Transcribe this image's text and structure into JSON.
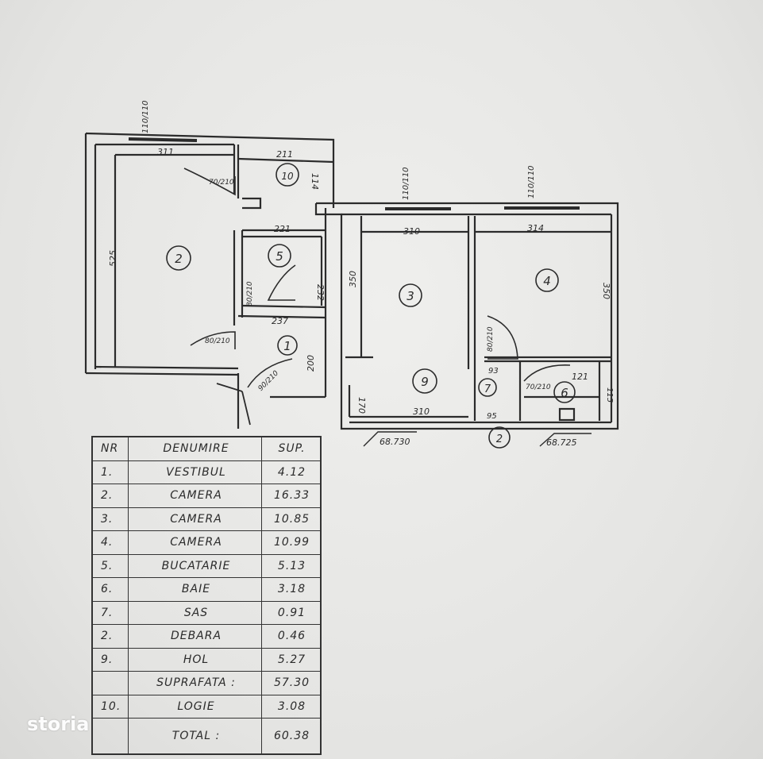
{
  "plan": {
    "room_numbers": [
      "1",
      "2",
      "3",
      "4",
      "5",
      "6",
      "7",
      "9",
      "10",
      "2"
    ],
    "dimensions": {
      "d311": "311",
      "d211": "211",
      "d525": "525",
      "d221": "221",
      "d232": "232",
      "d237": "237",
      "d200": "200",
      "d310_top": "310",
      "d314": "314",
      "d350_left": "350",
      "d350_right": "350",
      "d310_bottom": "310",
      "d114": "114",
      "d170": "170",
      "d121": "121",
      "d93": "93",
      "d95": "95",
      "d115": "115",
      "win1": "110/110",
      "win2": "110/110",
      "win3": "110/110",
      "door_a": "70/210",
      "door_b": "80/210",
      "door_c": "80/210",
      "door_d": "80/210",
      "door_e": "90/210",
      "door_f": "70/210",
      "level_a": "68.730",
      "level_b": "68.725"
    }
  },
  "table": {
    "headers": {
      "nr": "NR",
      "name": "DENUMIRE",
      "area": "SUP."
    },
    "rows": [
      {
        "nr": "1.",
        "name": "VESTIBUL",
        "area": "4.12"
      },
      {
        "nr": "2.",
        "name": "CAMERA",
        "area": "16.33"
      },
      {
        "nr": "3.",
        "name": "CAMERA",
        "area": "10.85"
      },
      {
        "nr": "4.",
        "name": "CAMERA",
        "area": "10.99"
      },
      {
        "nr": "5.",
        "name": "BUCATARIE",
        "area": "5.13"
      },
      {
        "nr": "6.",
        "name": "BAIE",
        "area": "3.18"
      },
      {
        "nr": "7.",
        "name": "SAS",
        "area": "0.91"
      },
      {
        "nr": "2.",
        "name": "DEBARA",
        "area": "0.46"
      },
      {
        "nr": "9.",
        "name": "HOL",
        "area": "5.27"
      },
      {
        "nr": "",
        "name": "SUPRAFATA :",
        "area": "57.30"
      },
      {
        "nr": "10.",
        "name": "LOGIE",
        "area": "3.08"
      },
      {
        "nr": "",
        "name": "TOTAL :",
        "area": "60.38"
      }
    ]
  },
  "watermark": "storia"
}
